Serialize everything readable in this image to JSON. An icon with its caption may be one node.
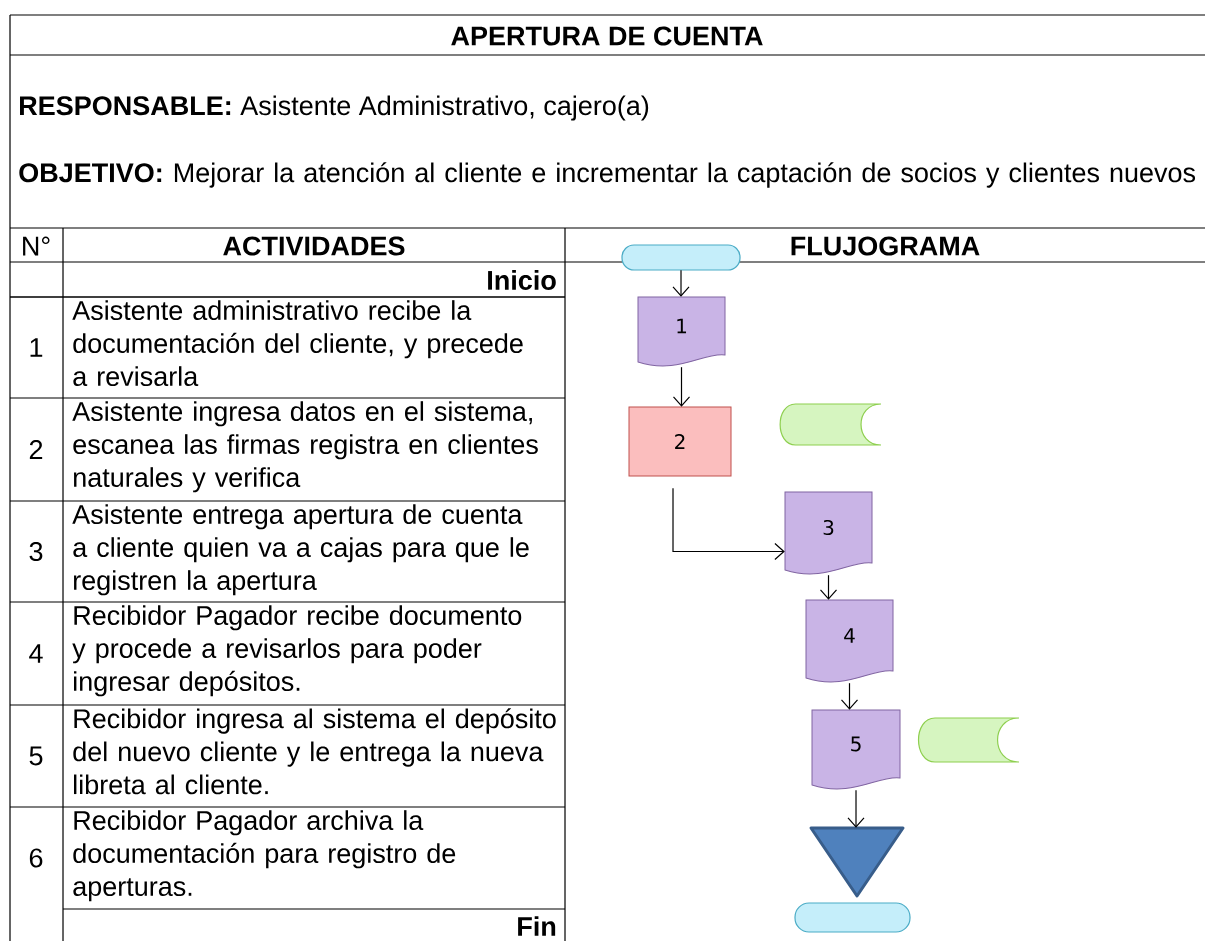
{
  "diagram": {
    "title": "APERTURA DE CUENTA",
    "nodes": [
      {
        "text": [],
        "shape": "terminator"
      },
      {
        "text": [
          "1"
        ]
      },
      {
        "text": [
          "2"
        ]
      },
      {
        "text": [],
        "shape": "storage"
      },
      {
        "text": [
          "3"
        ]
      },
      {
        "text": [
          "4"
        ]
      },
      {
        "text": [
          "5"
        ]
      },
      {
        "text": [],
        "shape": "storage"
      },
      {
        "text": [],
        "shape": "triangle"
      },
      {
        "text": [],
        "shape": "terminator"
      }
    ],
    "edges": [
      {
        "from": 0,
        "to": 1,
        "arrow": "to"
      },
      {
        "from": 1,
        "to": 2,
        "arrow": "to"
      },
      {
        "from": 2,
        "to": 4,
        "arrow": "to"
      },
      {
        "from": 4,
        "to": 5,
        "arrow": "to"
      },
      {
        "from": 5,
        "to": 6,
        "arrow": "to"
      },
      {
        "from": 6,
        "to": 8,
        "arrow": "to"
      }
    ],
    "labels": [
      "**RESPONSABLE:** Asistente Administrativo, cajero(a)",
      "**OBJETIVO:** Mejorar la atención al cliente e incrementar la captación de socios y clientes nuevos",
      "N°",
      "ACTIVIDADES",
      "FLUJOGRAMA",
      "Inicio",
      "1",
      "Asistente administrativo recibe la documentación del cliente, y precede a revisarla",
      "2",
      "Asistente ingresa datos en el sistema, escanea las firmas registra en clientes naturales y verifica",
      "3",
      "Asistente entrega apertura de cuenta a cliente quien va a cajas para que le registren la apertura",
      "4",
      "Recibidor Pagador recibe documento y procede a revisarlos para poder ingresar depósitos.",
      "5",
      "Recibidor ingresa al sistema el depósito del nuevo cliente y le entrega la nueva libreta al cliente.",
      "6",
      "Recibidor Pagador archiva la documentación para registro de aperturas.",
      "Fin"
    ]
  }
}
